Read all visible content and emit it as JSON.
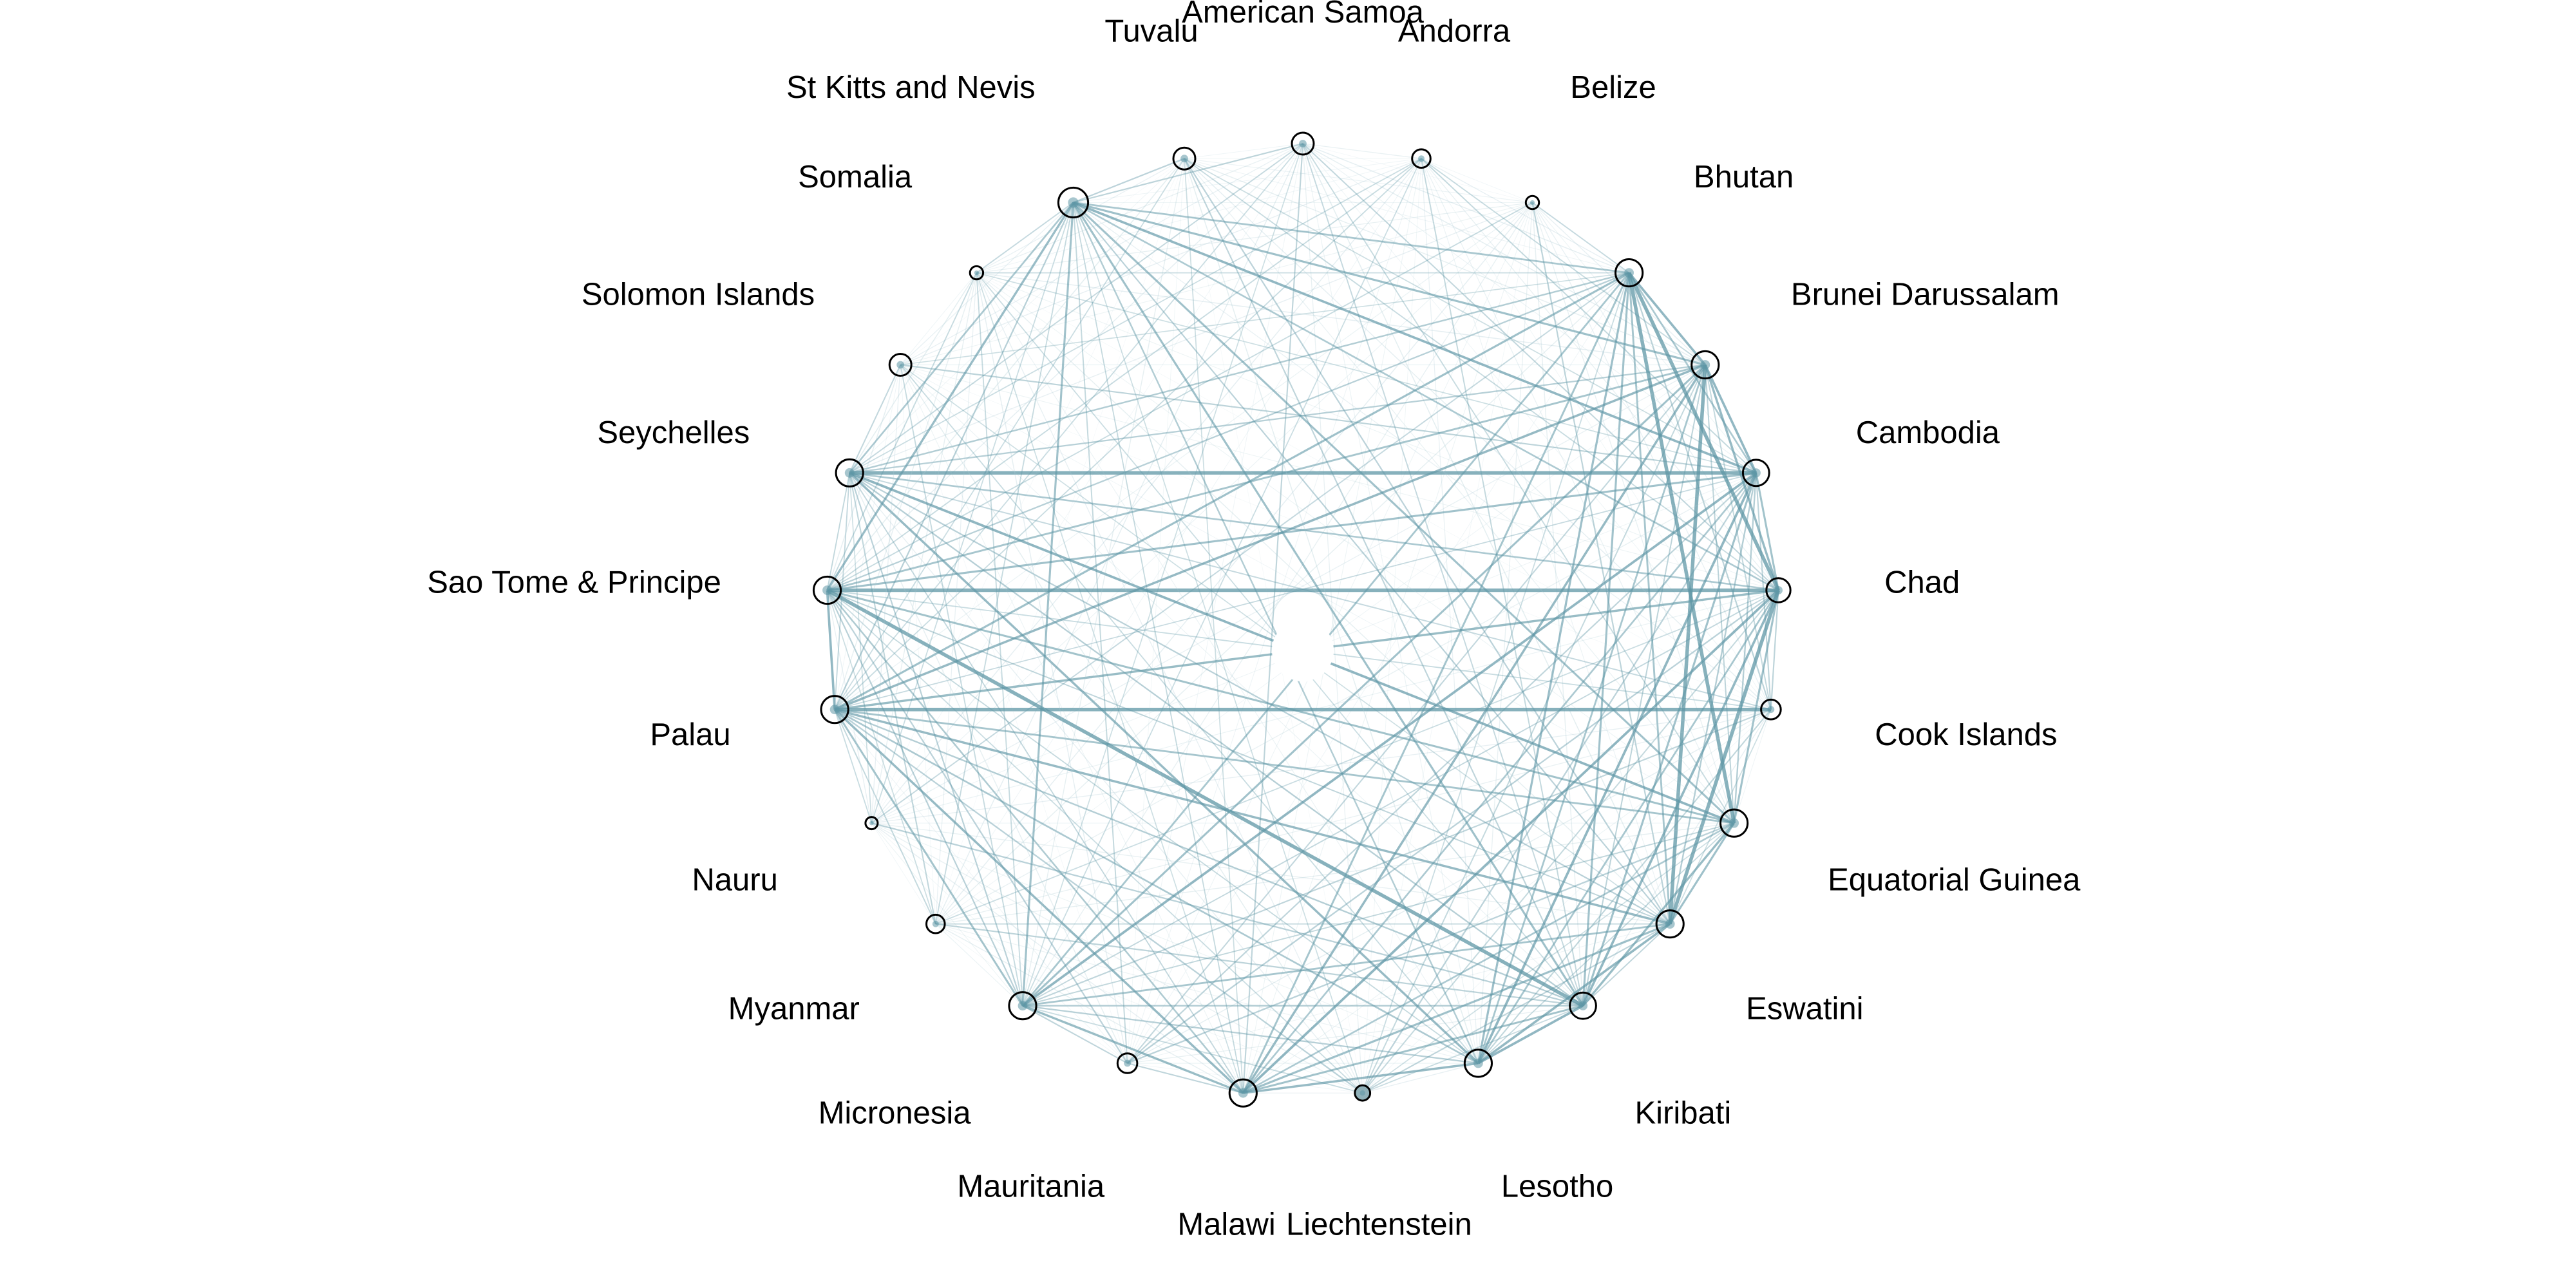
{
  "colors": {
    "edge": "#5f97a6",
    "edge_light": "#a9c9d2",
    "node_outline": "#000000",
    "node_fill": "#ffffff",
    "node_fill_liechtenstein": "#8fb0b8",
    "label": "#000000"
  },
  "network": {
    "layout": "circular",
    "nodes": [
      {
        "name": "American Samoa",
        "size": 0.5
      },
      {
        "name": "Andorra",
        "size": 0.42
      },
      {
        "name": "Belize",
        "size": 0.3
      },
      {
        "name": "Bhutan",
        "size": 0.62
      },
      {
        "name": "Brunei Darussalam",
        "size": 0.62
      },
      {
        "name": "Cambodia",
        "size": 0.6
      },
      {
        "name": "Chad",
        "size": 0.55
      },
      {
        "name": "Cook Islands",
        "size": 0.45
      },
      {
        "name": "Equatorial Guinea",
        "size": 0.62
      },
      {
        "name": "Eswatini",
        "size": 0.62
      },
      {
        "name": "Kiribati",
        "size": 0.6
      },
      {
        "name": "Lesotho",
        "size": 0.62
      },
      {
        "name": "Liechtenstein",
        "size": 0.35,
        "filled": true
      },
      {
        "name": "Malawi",
        "size": 0.62
      },
      {
        "name": "Mauritania",
        "size": 0.45
      },
      {
        "name": "Micronesia",
        "size": 0.62
      },
      {
        "name": "Myanmar",
        "size": 0.42
      },
      {
        "name": "Nauru",
        "size": 0.28
      },
      {
        "name": "Palau",
        "size": 0.62
      },
      {
        "name": "Sao Tome & Principe",
        "size": 0.62
      },
      {
        "name": "Seychelles",
        "size": 0.62
      },
      {
        "name": "Solomon Islands",
        "size": 0.5
      },
      {
        "name": "Somalia",
        "size": 0.3
      },
      {
        "name": "St Kitts and Nevis",
        "size": 0.68
      },
      {
        "name": "Tuvalu",
        "size": 0.5
      }
    ],
    "hub_nodes": [
      "Bhutan",
      "Brunei Darussalam",
      "Cambodia",
      "Chad",
      "Equatorial Guinea",
      "Eswatini",
      "Kiribati",
      "Lesotho",
      "Malawi",
      "Micronesia",
      "Palau",
      "Sao Tome & Principe",
      "Seychelles",
      "St Kitts and Nevis"
    ],
    "strong_edges": [
      [
        "Sao Tome & Principe",
        "Chad"
      ],
      [
        "Seychelles",
        "Cambodia"
      ],
      [
        "Palau",
        "Cook Islands"
      ],
      [
        "Sao Tome & Principe",
        "Kiribati"
      ],
      [
        "Bhutan",
        "Equatorial Guinea"
      ],
      [
        "Brunei Darussalam",
        "Eswatini"
      ],
      [
        "Chad",
        "Eswatini"
      ],
      [
        "Bhutan",
        "Chad"
      ]
    ]
  }
}
